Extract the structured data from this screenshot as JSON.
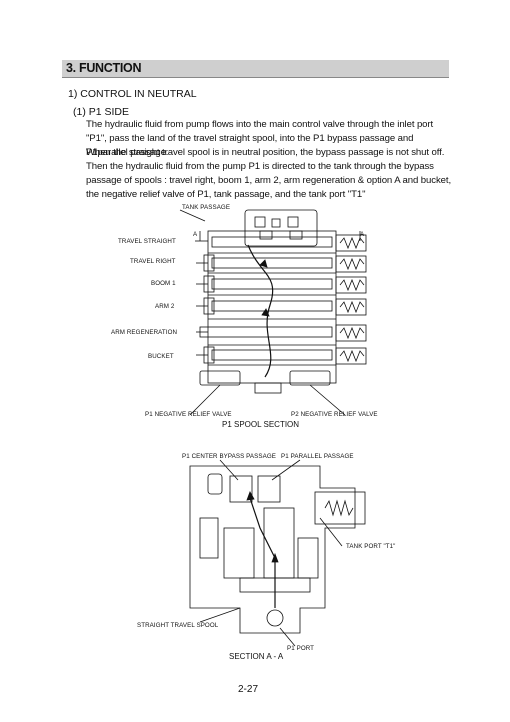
{
  "header": {
    "title": "3. FUNCTION"
  },
  "section1": {
    "title": "1) CONTROL IN NEUTRAL"
  },
  "subsection": {
    "title": "(1) P1 SIDE"
  },
  "paragraphs": [
    "The hydraulic fluid from pump flows into the main control valve through the inlet port \"P1\", pass the land of the travel straight spool, into the P1 bypass passage and P1parallel passage.",
    "When the straight travel spool is in neutral position, the bypass passage is not shut off. Then the hydraulic fluid from the pump P1 is directed to the tank through the bypass passage of spools : travel right, boom 1, arm 2, arm regeneration & option A and bucket, the negative relief valve of P1, tank passage, and the tank port \"T1\""
  ],
  "figure1": {
    "top_label": "TANK PASSAGE",
    "section_marks": [
      "A",
      "A"
    ],
    "left_labels": [
      "TRAVEL STRAIGHT",
      "TRAVEL RIGHT",
      "BOOM 1",
      "ARM 2",
      "ARM REGENERATION",
      "BUCKET"
    ],
    "bottom_left_label": "P1 NEGATIVE RELIEF VALVE",
    "bottom_right_label": "P2 NEGATIVE RELIEF VALVE",
    "caption": "P1 SPOOL SECTION"
  },
  "figure2": {
    "label_center_bypass": "P1 CENTER BYPASS PASSAGE",
    "label_parallel": "P1 PARALLEL PASSAGE",
    "label_tank_port": "TANK PORT \"T1\"",
    "label_spool": "STRAIGHT TRAVEL SPOOL",
    "label_port": "P1 PORT",
    "caption": "SECTION A - A"
  },
  "footer": {
    "page_number": "2-27"
  }
}
